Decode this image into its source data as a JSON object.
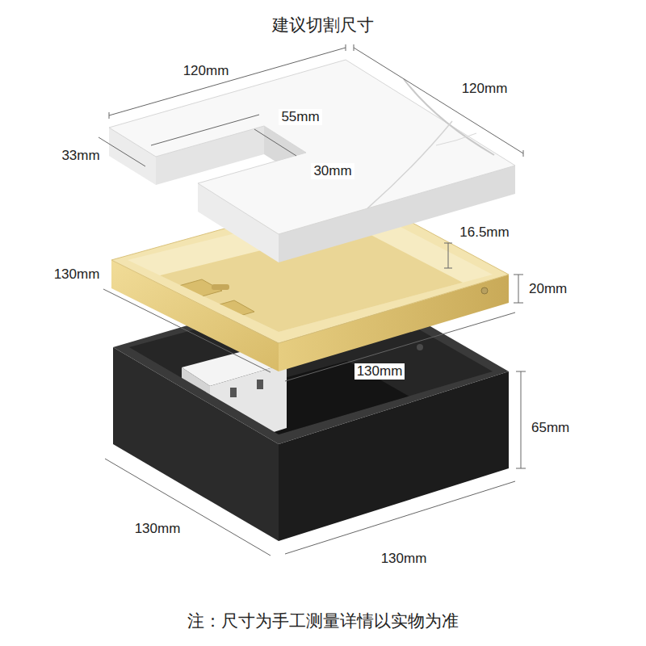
{
  "diagram": {
    "title": "建议切割尺寸",
    "caption": "注：尺寸为手工测量详情以实物为准",
    "labels": [
      "120mm",
      "120mm",
      "33mm",
      "55mm",
      "30mm",
      "16.5mm",
      "20mm",
      "130mm",
      "130mm",
      "65mm",
      "130mm",
      "130mm"
    ]
  }
}
